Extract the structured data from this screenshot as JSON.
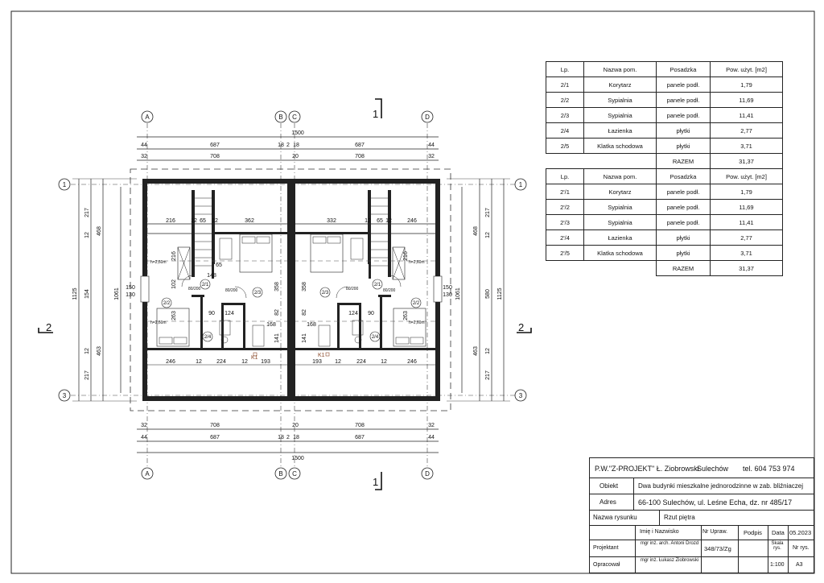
{
  "tables": [
    {
      "headers": [
        "Lp.",
        "Nazwa pom.",
        "Posadzka",
        "Pow. użyt. [m2]"
      ],
      "rows": [
        [
          "2/1",
          "Korytarz",
          "panele podł.",
          "1,79"
        ],
        [
          "2/2",
          "Sypialnia",
          "panele podł.",
          "11,69"
        ],
        [
          "2/3",
          "Sypialnia",
          "panele podł.",
          "11,41"
        ],
        [
          "2/4",
          "Łazienka",
          "płytki",
          "2,77"
        ],
        [
          "2/5",
          "Klatka schodowa",
          "płytki",
          "3,71"
        ]
      ],
      "total_label": "RAZEM",
      "total": "31,37"
    },
    {
      "headers": [
        "Lp.",
        "Nazwa pom.",
        "Posadzka",
        "Pow. użyt. [m2]"
      ],
      "rows": [
        [
          "2'/1",
          "Korytarz",
          "panele podł.",
          "1,79"
        ],
        [
          "2'/2",
          "Sypialnia",
          "panele podł.",
          "11,69"
        ],
        [
          "2'/3",
          "Sypialnia",
          "panele podł.",
          "11,41"
        ],
        [
          "2'/4",
          "Łazienka",
          "płytki",
          "2,77"
        ],
        [
          "2'/5",
          "Klatka schodowa",
          "płytki",
          "3,71"
        ]
      ],
      "total_label": "RAZEM",
      "total": "31,37"
    }
  ],
  "title_block": {
    "company": "P.W.\"Z-PROJEKT\" Ł. Ziobrowski",
    "city": "Sulechów",
    "phone": "tel. 604 753 974",
    "object_label": "Obiekt",
    "object": "Dwa budynki mieszkalne jednorodzinne w zab. bliźniaczej",
    "address_label": "Adres",
    "address": "66-100 Sulechów, ul. Leśne Echa, dz. nr 485/17",
    "drawing_label": "Nazwa rysunku",
    "drawing": "Rzut piętra",
    "col_name": "Imię i Nazwisko",
    "col_license": "Nr Upraw.",
    "col_sign": "Podpis",
    "col_date": "Data",
    "date": "05.2023",
    "designer_label": "Projektant",
    "designer": "mgr inż. arch. Antoni Drozd",
    "designer_license": "348/73/Zg",
    "scale_label": "Skala rys.",
    "sheet_label": "Nr rys.",
    "prepared_label": "Opracował",
    "prepared": "mgr inż. Łukasz Ziobrowski",
    "scale": "1:100",
    "sheet": "A3"
  },
  "plan": {
    "axes": {
      "a": "A",
      "b": "B",
      "c": "C",
      "d": "D",
      "r1": "1",
      "r3": "3"
    },
    "sections": {
      "s1": "1",
      "s2": "2"
    },
    "dims_h": {
      "total": "1500",
      "half": "687",
      "wall_a": "18",
      "gap": "2",
      "wall_b": "18",
      "edge": "44",
      "axis_half": "708",
      "axis_edge": "32",
      "axis_mid": "20"
    },
    "dims_v": {
      "total": "1125",
      "top": "217",
      "wall": "12",
      "mid": "154",
      "bottom": "217",
      "upper": "468",
      "lower": "463",
      "inner": "1061",
      "middle": "580",
      "win_out": "150",
      "win_in": "130"
    },
    "interior_left": {
      "w1": "216",
      "w2": "12",
      "w3": "65",
      "w4": "12",
      "w5": "362",
      "v216": "216",
      "v102": "102",
      "v263": "263",
      "v358": "358",
      "v82": "82",
      "v141": "141",
      "d90": "90",
      "d124": "124",
      "d168": "168",
      "d65": "65",
      "d148": "148",
      "b246": "246",
      "b12a": "12",
      "b224": "224",
      "b12b": "12",
      "b193": "193"
    },
    "interior_right": {
      "w1": "332",
      "w2": "12",
      "w3": "65",
      "w4": "12",
      "w5": "246",
      "b193": "193",
      "b12a": "12",
      "b224": "224",
      "b12b": "12",
      "b246": "246"
    },
    "rooms": {
      "r21": "2/1",
      "r22": "2/2",
      "r23": "2/3",
      "r24": "2/4"
    },
    "door": "80/200",
    "height_note": "h=2,60m",
    "chimney": "K1"
  }
}
